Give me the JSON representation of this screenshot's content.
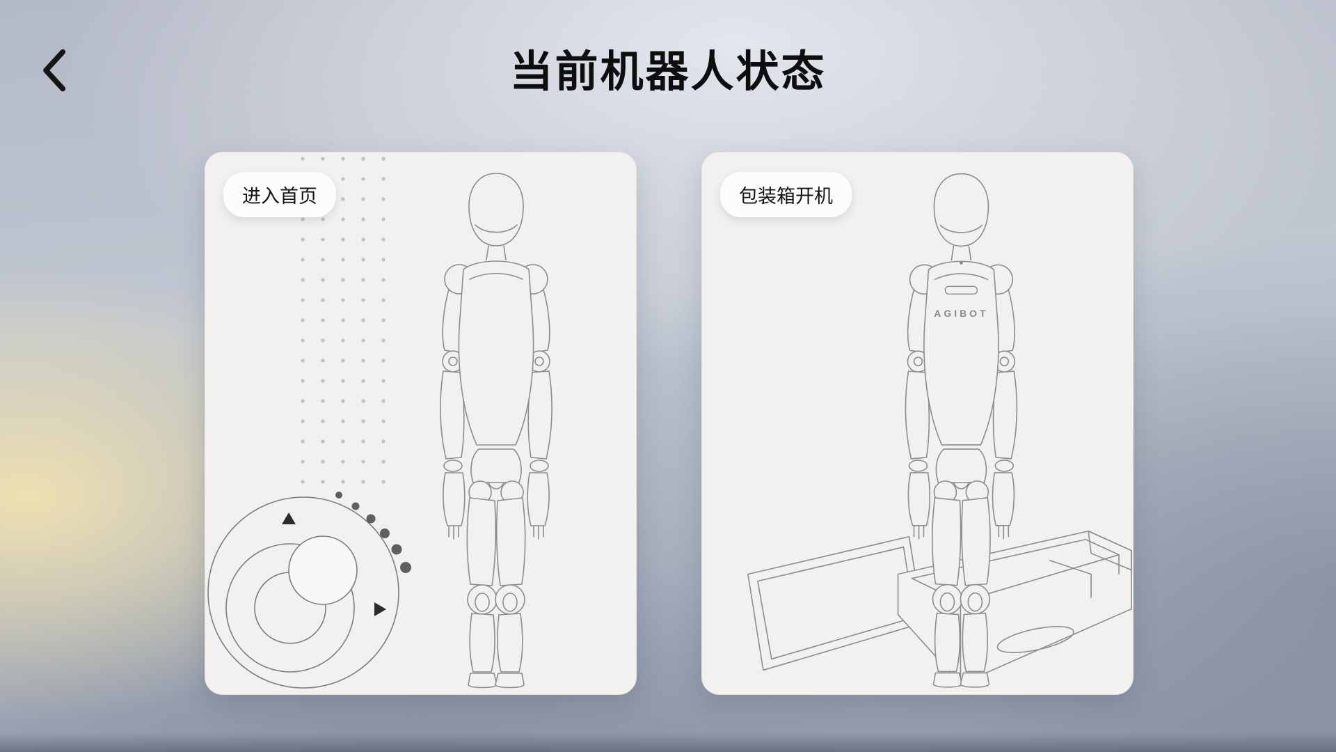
{
  "page": {
    "title": "当前机器人状态"
  },
  "header": {
    "back_icon": "chevron-left"
  },
  "cards": [
    {
      "badge": "进入首页",
      "illustration": "robot-front-view-with-joystick-dial"
    },
    {
      "badge": "包装箱开机",
      "illustration": "robot-stepping-out-of-packing-box",
      "robot_label": "AGIBOT"
    }
  ],
  "colors": {
    "card_bg": "#f2f1ef",
    "sketch_line": "#8c8c8c",
    "badge_bg": "#fcfcfb",
    "title_color": "#0e0e0e",
    "warm_glow": "#f1e2b0"
  }
}
